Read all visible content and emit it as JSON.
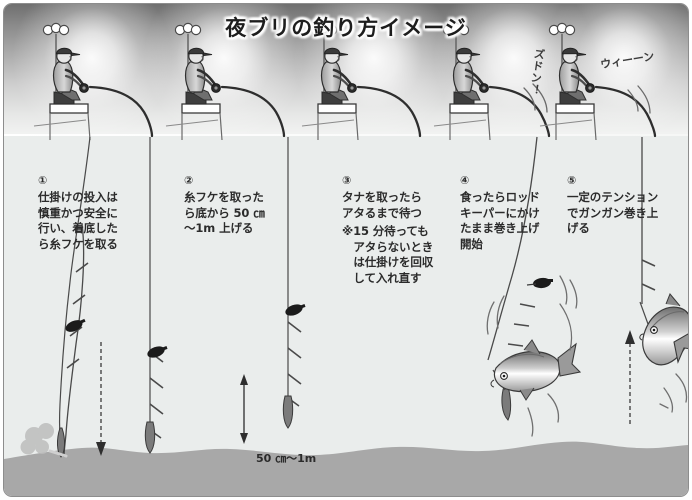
{
  "title": "夜ブリの釣り方イメージ",
  "steps": [
    {
      "num": "①",
      "body": "仕掛けの投入は\n慎重かつ安全に\n行い、着底した\nら糸フケを取る",
      "note": ""
    },
    {
      "num": "②",
      "body": "糸フケを取った\nら底から 50 ㎝\n〜1m 上げる",
      "note": ""
    },
    {
      "num": "③",
      "body": "タナを取ったら\nアタるまで待つ",
      "note": "※15 分待っても\n　アタらないとき\n　は仕掛けを回収\n　して入れ直す"
    },
    {
      "num": "④",
      "body": "食ったらロッド\nキーパーにかけ\nたまま巻き上げ\n開始",
      "note": ""
    },
    {
      "num": "⑤",
      "body": "一定のテンション\nでガンガン巻き上\nげる",
      "note": ""
    }
  ],
  "sound_effects": [
    {
      "name": "strike",
      "text": "ズドン！"
    },
    {
      "name": "reel",
      "text": "ウィーーン"
    }
  ],
  "measurement": {
    "label": "50 ㎝〜1m"
  },
  "colors": {
    "sky_top": "#6f6f6f",
    "water": "#eaedec",
    "seabed": "#a8a8a8",
    "ink": "#2b2b2b",
    "frame": "#8d8d8d"
  }
}
